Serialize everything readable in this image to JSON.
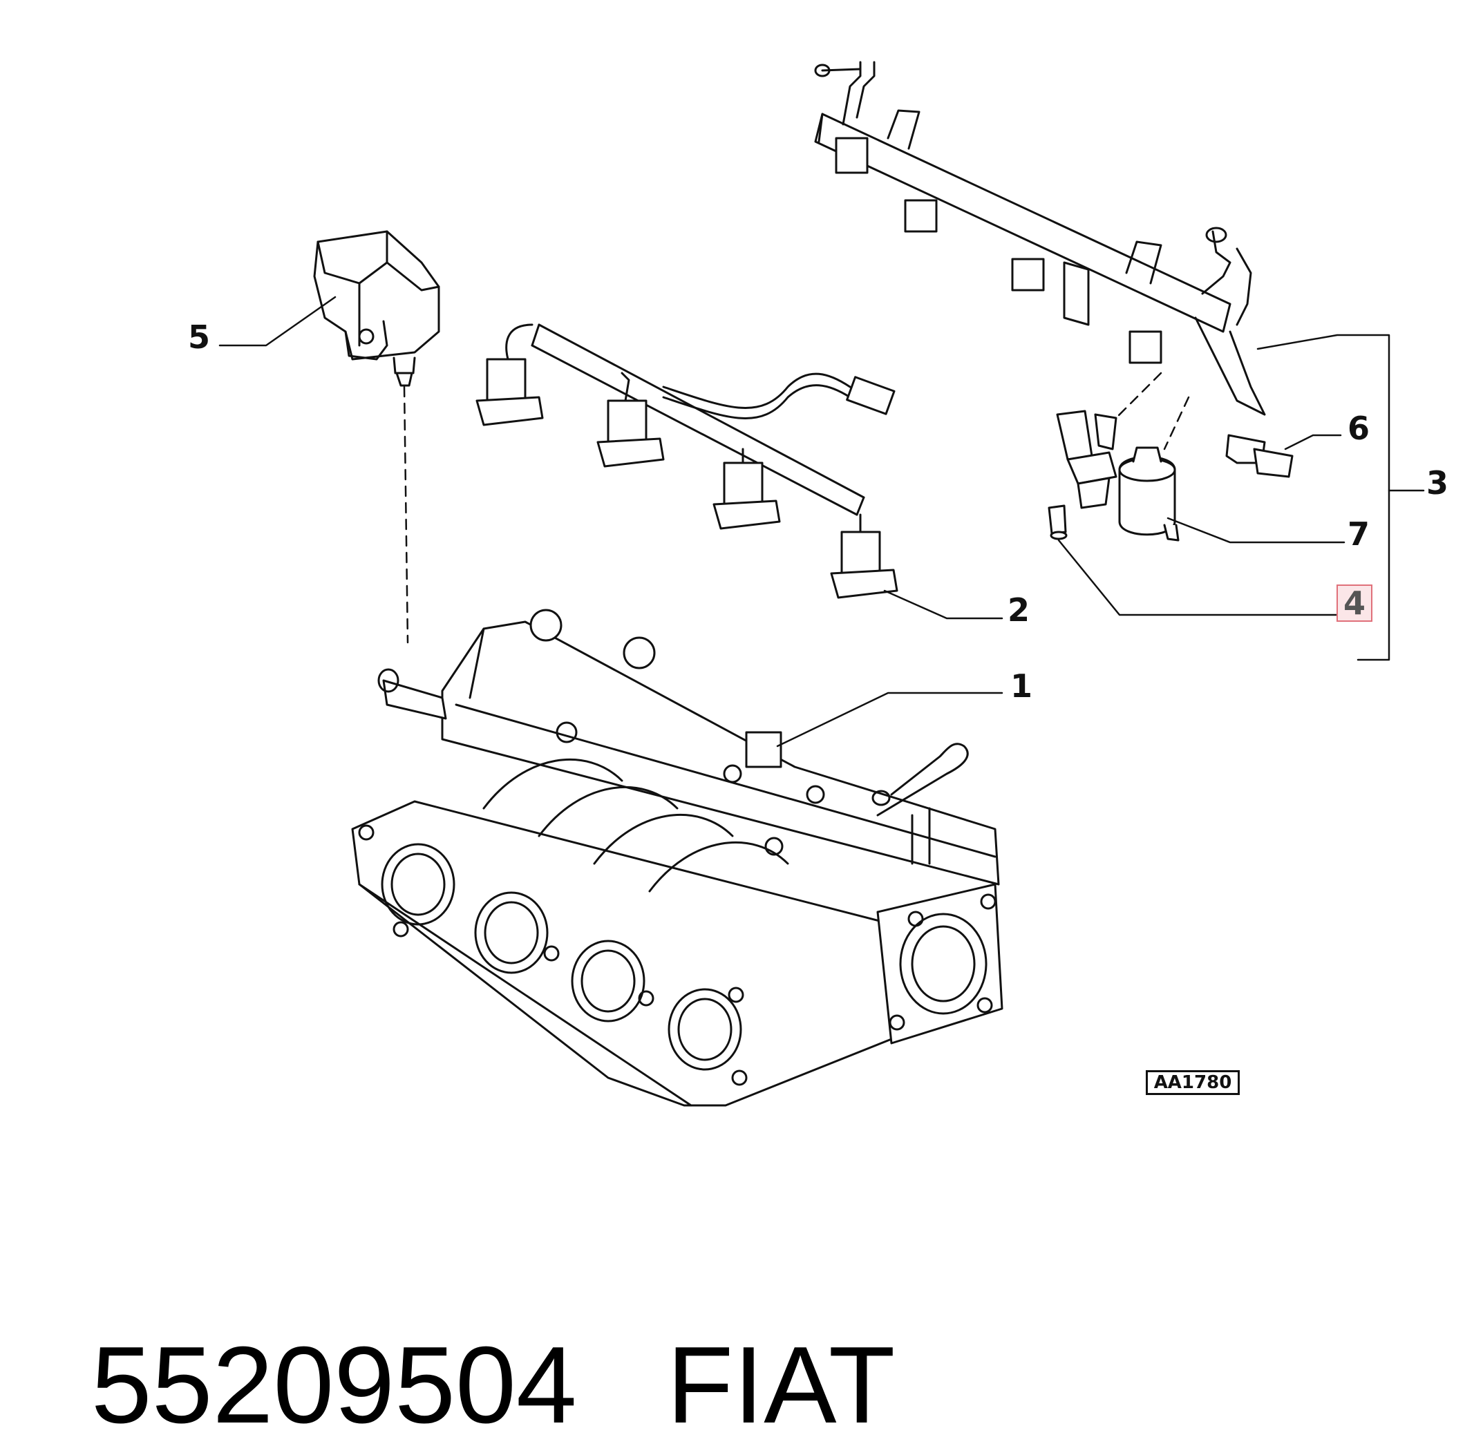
{
  "callouts": [
    {
      "id": "1",
      "label": "1",
      "highlighted": false
    },
    {
      "id": "2",
      "label": "2",
      "highlighted": false
    },
    {
      "id": "3",
      "label": "3",
      "highlighted": false
    },
    {
      "id": "4",
      "label": "4",
      "highlighted": true
    },
    {
      "id": "5",
      "label": "5",
      "highlighted": false
    },
    {
      "id": "6",
      "label": "6",
      "highlighted": false
    },
    {
      "id": "7",
      "label": "7",
      "highlighted": false
    }
  ],
  "reference_code": "AA1780",
  "caption": {
    "part_number": "55209504",
    "brand": "FIAT"
  },
  "colors": {
    "line": "#111111",
    "highlight_border": "#e0707a",
    "highlight_fill": "#fbe6e8",
    "background": "#ffffff"
  }
}
